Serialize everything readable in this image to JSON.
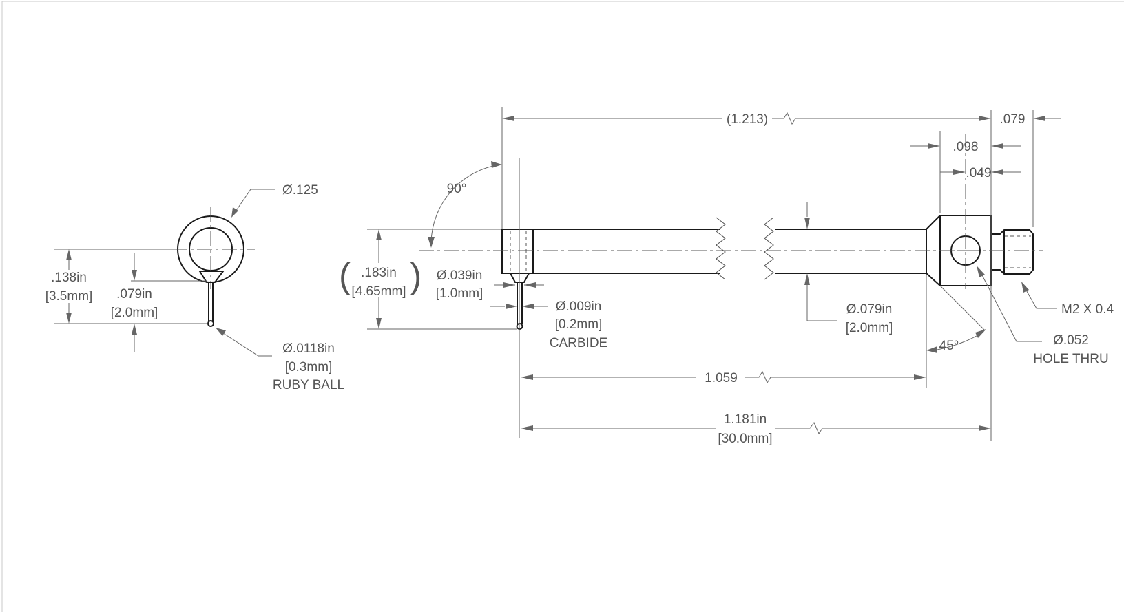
{
  "end_view": {
    "diameter_label": "Ø.125",
    "offset_in": ".138in",
    "offset_mm": "[3.5mm]",
    "stem_in": ".079in",
    "stem_mm": "[2.0mm]",
    "ball_dia_in": "Ø.0118in",
    "ball_dia_mm": "[0.3mm]",
    "ball_material": "RUBY BALL"
  },
  "side_view": {
    "overall_ref": "(1.213)",
    "thread_len": ".079",
    "body_len": ".098",
    "hole_pos": ".049",
    "angle_90": "90°",
    "height_in": ".183in",
    "height_mm": "[4.65mm]",
    "tip_dia_in": "Ø.039in",
    "tip_dia_mm": "[1.0mm]",
    "stylus_dia_in": "Ø.009in",
    "stylus_dia_mm": "[0.2mm]",
    "stylus_material": "CARBIDE",
    "shaft_dia_in": "Ø.079in",
    "shaft_dia_mm": "[2.0mm]",
    "chamfer": "45°",
    "thread_spec": "M2 X 0.4",
    "hole_dia": "Ø.052",
    "hole_note": "HOLE THRU",
    "len_1059": "1.059",
    "overall_in": "1.181in",
    "overall_mm": "[30.0mm]"
  }
}
